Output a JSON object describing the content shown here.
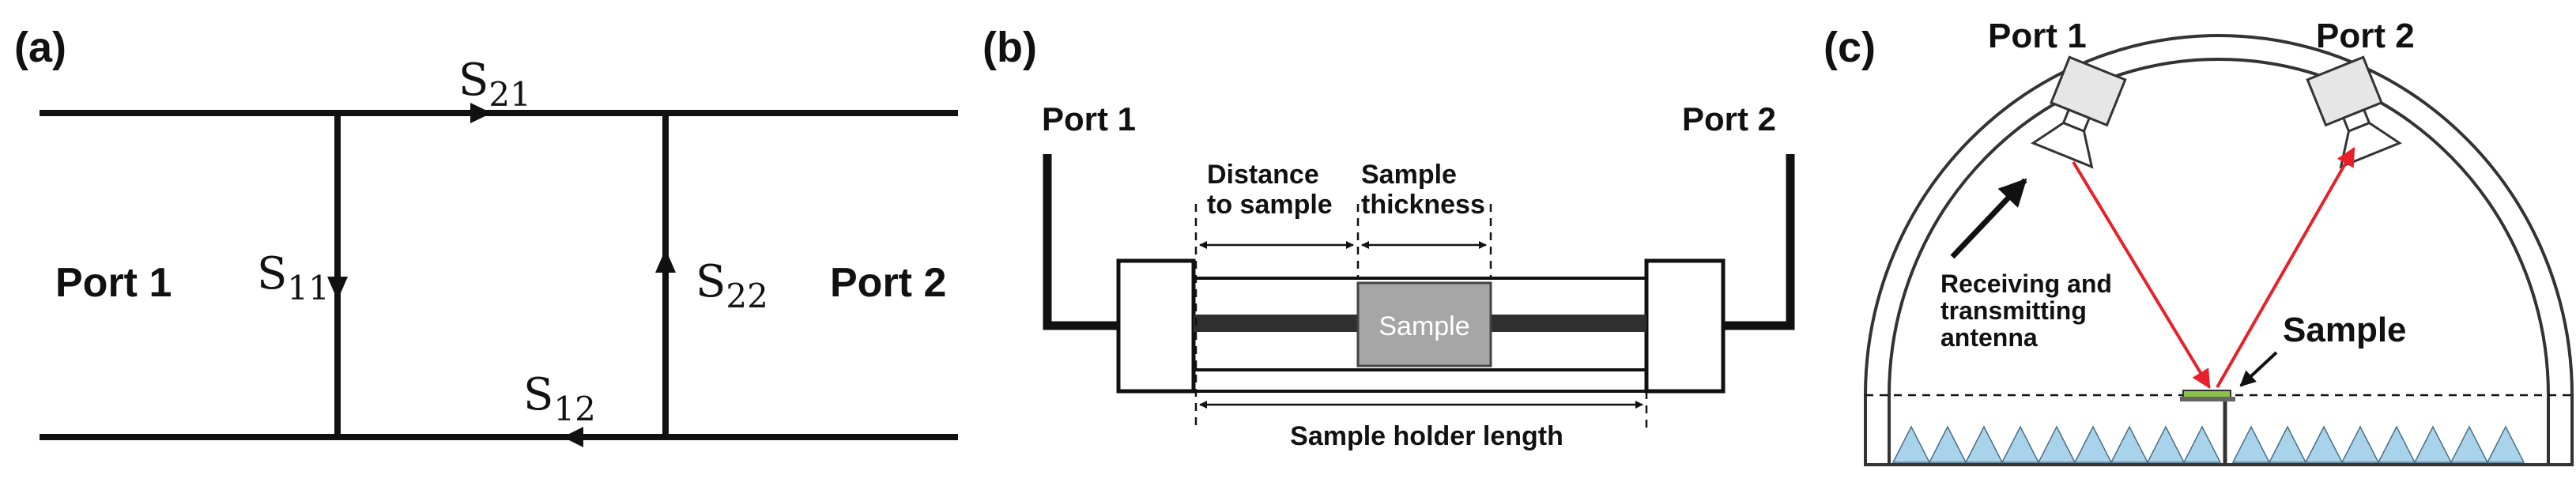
{
  "panel_a": {
    "letter": "(a)",
    "port1": "Port 1",
    "port2": "Port 2",
    "s21": "S",
    "s21_sub": "21",
    "s11": "S",
    "s11_sub": "11",
    "s22": "S",
    "s22_sub": "22",
    "s12": "S",
    "s12_sub": "12"
  },
  "panel_b": {
    "letter": "(b)",
    "port1": "Port 1",
    "port2": "Port 2",
    "distance_line1": "Distance",
    "distance_line2": "to sample",
    "thickness_line1": "Sample",
    "thickness_line2": "thickness",
    "sample": "Sample",
    "holder_length": "Sample holder length"
  },
  "panel_c": {
    "letter": "(c)",
    "port1": "Port 1",
    "port2": "Port 2",
    "antenna_line1": "Receiving and",
    "antenna_line2": "transmitting",
    "antenna_line3": "antenna",
    "sample": "Sample"
  },
  "colors": {
    "beam": "#e8202a",
    "absorber": "#a9d3ea",
    "sample_box": "#a6a6a6",
    "sample_strip": "#8bc34a",
    "sample_bar": "#2f2f2f"
  }
}
